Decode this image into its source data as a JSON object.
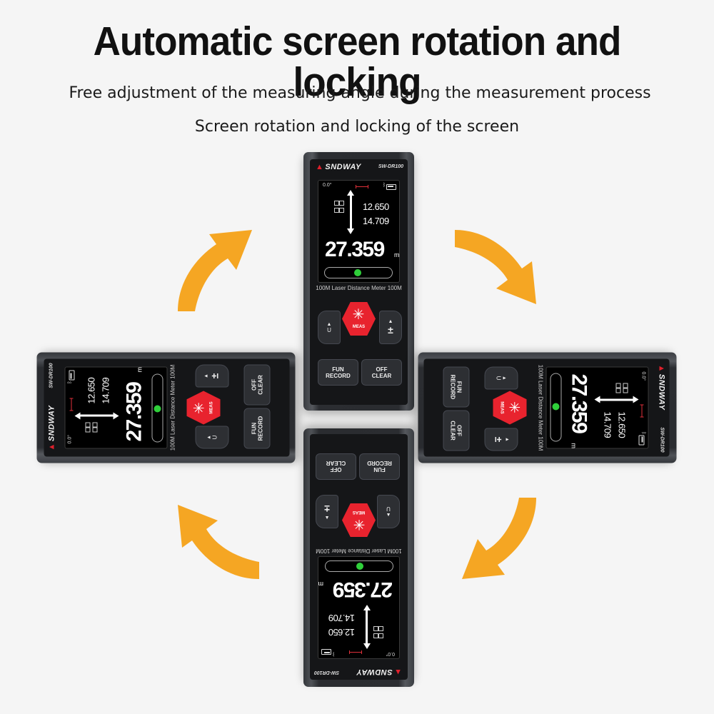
{
  "header": {
    "title": "Automatic screen rotation and locking",
    "subtitle_1": "Free adjustment of the measuring angle during the measurement process",
    "subtitle_2": "Screen rotation and locking of the screen"
  },
  "device": {
    "brand": "SNDWAY",
    "model": "SW-DR100",
    "angle": "0.0°",
    "reading_1": "12.650",
    "reading_2": "14.709",
    "main_reading": "27.359",
    "unit": "m",
    "legend": "100M Laser Distance Meter 100M",
    "meas_label": "MEAS",
    "key_left_label": "U",
    "key_right_label": "±",
    "fun_record_line1": "FUN",
    "fun_record_line2": "RECORD",
    "off_clear_line1": "OFF",
    "off_clear_line2": "CLEAR"
  },
  "colors": {
    "background": "#f5f5f5",
    "arrow": "#f5a623",
    "meas_button": "#e8232e",
    "status_dot": "#2fcf3a"
  },
  "icons": [
    "rotate-arrow-icon",
    "bluetooth-icon",
    "battery-icon",
    "laser-icon"
  ]
}
